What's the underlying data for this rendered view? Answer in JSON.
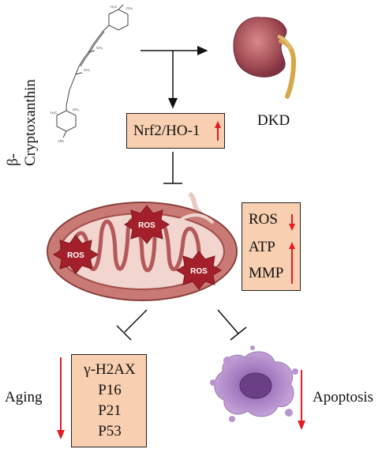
{
  "compound": {
    "name": "β-Cryptoxanthin"
  },
  "disease": {
    "name": "DKD"
  },
  "pathway": {
    "label": "Nrf2/HO-1"
  },
  "mito_markers": [
    {
      "label": "ROS",
      "direction": "down"
    },
    {
      "label": "ATP",
      "direction": "up"
    },
    {
      "label": "MMP",
      "direction": "up"
    }
  ],
  "ros_bursts": [
    "ROS",
    "ROS",
    "ROS"
  ],
  "aging": {
    "title": "Aging",
    "markers": [
      "γ-H2AX",
      "P16",
      "P21",
      "P53"
    ],
    "direction": "down"
  },
  "apoptosis": {
    "title": "Apoptosis",
    "direction": "down"
  },
  "colors": {
    "box_fill": "#f8cfb0",
    "arrow_red": "#e31b23",
    "ros_burst": "#a3202a",
    "mito": "#c97a74",
    "cell": "#b48dcc"
  }
}
